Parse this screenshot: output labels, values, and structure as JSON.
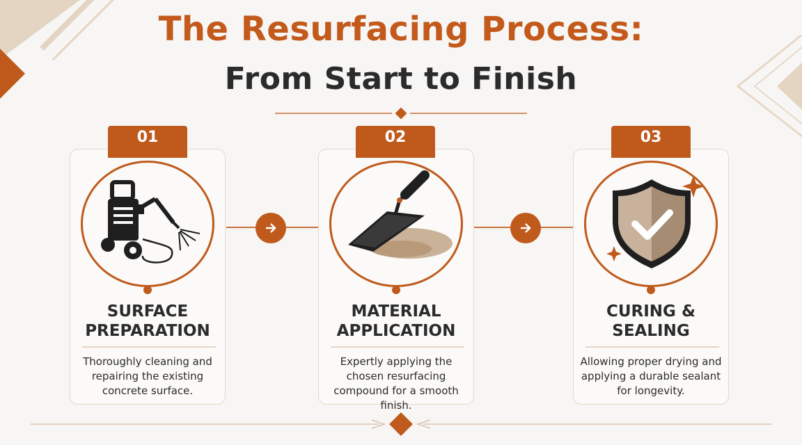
{
  "header": {
    "title_line1": "The Resurfacing Process:",
    "title_line2": "From Start to Finish"
  },
  "colors": {
    "accent": "#bf5a1c",
    "dark": "#2b2b2b",
    "beige": "#e4d4c2",
    "background": "#f7f6f4"
  },
  "steps": [
    {
      "number": "01",
      "title_line1": "SURFACE",
      "title_line2": "PREPARATION",
      "desc_line1": "Thoroughly cleaning and",
      "desc_line2": "repairing the existing",
      "desc_line3": "concrete surface.",
      "icon": "pressure-washer-icon"
    },
    {
      "number": "02",
      "title_line1": "MATERIAL",
      "title_line2": "APPLICATION",
      "desc_line1": "Expertly applying the",
      "desc_line2": "chosen resurfacing",
      "desc_line3": "compound for a smooth finish.",
      "icon": "trowel-icon"
    },
    {
      "number": "03",
      "title_line1": "CURING &",
      "title_line2": "SEALING",
      "desc_line1": "Allowing proper drying and",
      "desc_line2": "applying a durable sealant",
      "desc_line3": "for longevity.",
      "icon": "shield-check-icon"
    }
  ],
  "connectors": [
    {
      "icon": "arrow-right-icon"
    },
    {
      "icon": "arrow-right-icon"
    }
  ]
}
